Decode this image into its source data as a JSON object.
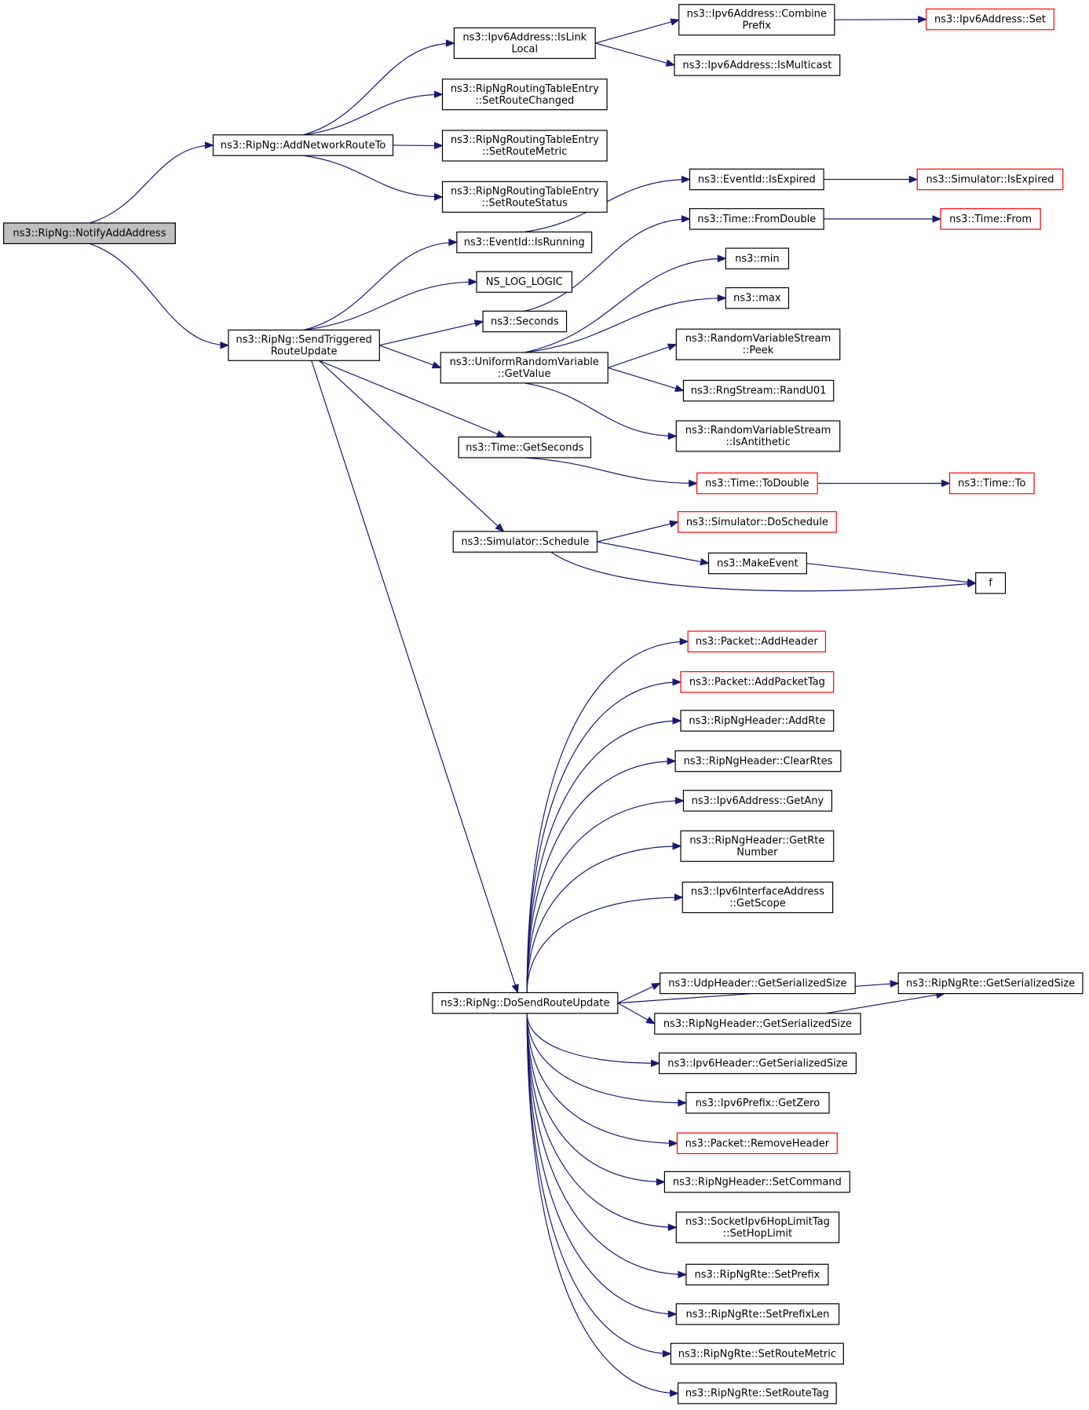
{
  "colors": {
    "edge": "#191970",
    "node_border": "#000000",
    "truncated_node_border": "#ff0000",
    "root_node_fill": "#bfbfbf",
    "node_fill": "#ffffff"
  },
  "nodes": [
    {
      "id": "notify",
      "lines": [
        "ns3::RipNg::NotifyAddAddress"
      ],
      "style": "root"
    },
    {
      "id": "addnet",
      "lines": [
        "ns3::RipNg::AddNetworkRouteTo"
      ],
      "style": "normal"
    },
    {
      "id": "sendtrig",
      "lines": [
        "ns3::RipNg::SendTriggered",
        "RouteUpdate"
      ],
      "style": "normal"
    },
    {
      "id": "islinklocal",
      "lines": [
        "ns3::Ipv6Address::IsLink",
        "Local"
      ],
      "style": "normal"
    },
    {
      "id": "setroutechanged",
      "lines": [
        "ns3::RipNgRoutingTableEntry",
        "::SetRouteChanged"
      ],
      "style": "normal"
    },
    {
      "id": "setroutemetric_e",
      "lines": [
        "ns3::RipNgRoutingTableEntry",
        "::SetRouteMetric"
      ],
      "style": "normal"
    },
    {
      "id": "setroutestatus",
      "lines": [
        "ns3::RipNgRoutingTableEntry",
        "::SetRouteStatus"
      ],
      "style": "normal"
    },
    {
      "id": "combineprefix",
      "lines": [
        "ns3::Ipv6Address::Combine",
        "Prefix"
      ],
      "style": "normal"
    },
    {
      "id": "ismulticast",
      "lines": [
        "ns3::Ipv6Address::IsMulticast"
      ],
      "style": "normal"
    },
    {
      "id": "ipv6set",
      "lines": [
        "ns3::Ipv6Address::Set"
      ],
      "style": "truncated"
    },
    {
      "id": "evisrunning",
      "lines": [
        "ns3::EventId::IsRunning"
      ],
      "style": "normal"
    },
    {
      "id": "nslog",
      "lines": [
        "NS_LOG_LOGIC"
      ],
      "style": "normal"
    },
    {
      "id": "seconds",
      "lines": [
        "ns3::Seconds"
      ],
      "style": "normal"
    },
    {
      "id": "urvgetvalue",
      "lines": [
        "ns3::UniformRandomVariable",
        "::GetValue"
      ],
      "style": "normal"
    },
    {
      "id": "timegetseconds",
      "lines": [
        "ns3::Time::GetSeconds"
      ],
      "style": "normal"
    },
    {
      "id": "simschedule",
      "lines": [
        "ns3::Simulator::Schedule"
      ],
      "style": "normal"
    },
    {
      "id": "dosendroute",
      "lines": [
        "ns3::RipNg::DoSendRouteUpdate"
      ],
      "style": "normal"
    },
    {
      "id": "evisexpired",
      "lines": [
        "ns3::EventId::IsExpired"
      ],
      "style": "normal"
    },
    {
      "id": "simisexpired",
      "lines": [
        "ns3::Simulator::IsExpired"
      ],
      "style": "truncated"
    },
    {
      "id": "timefromdouble",
      "lines": [
        "ns3::Time::FromDouble"
      ],
      "style": "normal"
    },
    {
      "id": "timefrom",
      "lines": [
        "ns3::Time::From"
      ],
      "style": "truncated"
    },
    {
      "id": "nsmin",
      "lines": [
        "ns3::min"
      ],
      "style": "normal"
    },
    {
      "id": "nsmax",
      "lines": [
        "ns3::max"
      ],
      "style": "normal"
    },
    {
      "id": "rvspeek",
      "lines": [
        "ns3::RandomVariableStream",
        "::Peek"
      ],
      "style": "normal"
    },
    {
      "id": "randu01",
      "lines": [
        "ns3::RngStream::RandU01"
      ],
      "style": "normal"
    },
    {
      "id": "isantithetic",
      "lines": [
        "ns3::RandomVariableStream",
        "::IsAntithetic"
      ],
      "style": "normal"
    },
    {
      "id": "timetodouble",
      "lines": [
        "ns3::Time::ToDouble"
      ],
      "style": "truncated"
    },
    {
      "id": "timeto",
      "lines": [
        "ns3::Time::To"
      ],
      "style": "truncated"
    },
    {
      "id": "doschedule",
      "lines": [
        "ns3::Simulator::DoSchedule"
      ],
      "style": "truncated"
    },
    {
      "id": "makeevent",
      "lines": [
        "ns3::MakeEvent"
      ],
      "style": "normal"
    },
    {
      "id": "f",
      "lines": [
        "f"
      ],
      "style": "normal"
    },
    {
      "id": "addheader",
      "lines": [
        "ns3::Packet::AddHeader"
      ],
      "style": "truncated"
    },
    {
      "id": "addpackettag",
      "lines": [
        "ns3::Packet::AddPacketTag"
      ],
      "style": "truncated"
    },
    {
      "id": "addrte",
      "lines": [
        "ns3::RipNgHeader::AddRte"
      ],
      "style": "normal"
    },
    {
      "id": "clearrtes",
      "lines": [
        "ns3::RipNgHeader::ClearRtes"
      ],
      "style": "normal"
    },
    {
      "id": "getany",
      "lines": [
        "ns3::Ipv6Address::GetAny"
      ],
      "style": "normal"
    },
    {
      "id": "getrtenumber",
      "lines": [
        "ns3::RipNgHeader::GetRte",
        "Number"
      ],
      "style": "normal"
    },
    {
      "id": "getscope",
      "lines": [
        "ns3::Ipv6InterfaceAddress",
        "::GetScope"
      ],
      "style": "normal"
    },
    {
      "id": "rterser",
      "lines": [
        "ns3::RipNgRte::GetSerializedSize"
      ],
      "style": "normal"
    },
    {
      "id": "udpser",
      "lines": [
        "ns3::UdpHeader::GetSerializedSize"
      ],
      "style": "normal"
    },
    {
      "id": "ripngheadser",
      "lines": [
        "ns3::RipNgHeader::GetSerializedSize"
      ],
      "style": "normal"
    },
    {
      "id": "ipv6headser",
      "lines": [
        "ns3::Ipv6Header::GetSerializedSize"
      ],
      "style": "normal"
    },
    {
      "id": "getzero",
      "lines": [
        "ns3::Ipv6Prefix::GetZero"
      ],
      "style": "normal"
    },
    {
      "id": "removeheader",
      "lines": [
        "ns3::Packet::RemoveHeader"
      ],
      "style": "truncated"
    },
    {
      "id": "setcommand",
      "lines": [
        "ns3::RipNgHeader::SetCommand"
      ],
      "style": "normal"
    },
    {
      "id": "sethoplimit",
      "lines": [
        "ns3::SocketIpv6HopLimitTag",
        "::SetHopLimit"
      ],
      "style": "normal"
    },
    {
      "id": "setprefix",
      "lines": [
        "ns3::RipNgRte::SetPrefix"
      ],
      "style": "normal"
    },
    {
      "id": "setprefixlen",
      "lines": [
        "ns3::RipNgRte::SetPrefixLen"
      ],
      "style": "normal"
    },
    {
      "id": "rtesetroutemetric",
      "lines": [
        "ns3::RipNgRte::SetRouteMetric"
      ],
      "style": "normal"
    },
    {
      "id": "setroutetag",
      "lines": [
        "ns3::RipNgRte::SetRouteTag"
      ],
      "style": "normal"
    }
  ],
  "edges": [
    [
      "notify",
      "addnet"
    ],
    [
      "notify",
      "sendtrig"
    ],
    [
      "addnet",
      "islinklocal"
    ],
    [
      "addnet",
      "setroutechanged"
    ],
    [
      "addnet",
      "setroutemetric_e"
    ],
    [
      "addnet",
      "setroutestatus"
    ],
    [
      "islinklocal",
      "combineprefix"
    ],
    [
      "islinklocal",
      "ismulticast"
    ],
    [
      "combineprefix",
      "ipv6set"
    ],
    [
      "sendtrig",
      "evisrunning"
    ],
    [
      "sendtrig",
      "nslog"
    ],
    [
      "sendtrig",
      "seconds"
    ],
    [
      "sendtrig",
      "urvgetvalue"
    ],
    [
      "sendtrig",
      "timegetseconds"
    ],
    [
      "sendtrig",
      "simschedule"
    ],
    [
      "sendtrig",
      "dosendroute"
    ],
    [
      "evisrunning",
      "evisexpired"
    ],
    [
      "evisexpired",
      "simisexpired"
    ],
    [
      "seconds",
      "timefromdouble"
    ],
    [
      "timefromdouble",
      "timefrom"
    ],
    [
      "urvgetvalue",
      "nsmin"
    ],
    [
      "urvgetvalue",
      "nsmax"
    ],
    [
      "urvgetvalue",
      "rvspeek"
    ],
    [
      "urvgetvalue",
      "randu01"
    ],
    [
      "urvgetvalue",
      "isantithetic"
    ],
    [
      "timegetseconds",
      "timetodouble"
    ],
    [
      "timetodouble",
      "timeto"
    ],
    [
      "simschedule",
      "doschedule"
    ],
    [
      "simschedule",
      "makeevent"
    ],
    [
      "simschedule",
      "f"
    ],
    [
      "makeevent",
      "f"
    ],
    [
      "dosendroute",
      "addheader"
    ],
    [
      "dosendroute",
      "addpackettag"
    ],
    [
      "dosendroute",
      "addrte"
    ],
    [
      "dosendroute",
      "clearrtes"
    ],
    [
      "dosendroute",
      "getany"
    ],
    [
      "dosendroute",
      "getrtenumber"
    ],
    [
      "dosendroute",
      "getscope"
    ],
    [
      "dosendroute",
      "rterser"
    ],
    [
      "dosendroute",
      "udpser"
    ],
    [
      "dosendroute",
      "ripngheadser"
    ],
    [
      "dosendroute",
      "ipv6headser"
    ],
    [
      "dosendroute",
      "getzero"
    ],
    [
      "dosendroute",
      "removeheader"
    ],
    [
      "dosendroute",
      "setcommand"
    ],
    [
      "dosendroute",
      "sethoplimit"
    ],
    [
      "dosendroute",
      "setprefix"
    ],
    [
      "dosendroute",
      "setprefixlen"
    ],
    [
      "dosendroute",
      "rtesetroutemetric"
    ],
    [
      "dosendroute",
      "setroutetag"
    ],
    [
      "ripngheadser",
      "rterser"
    ]
  ]
}
